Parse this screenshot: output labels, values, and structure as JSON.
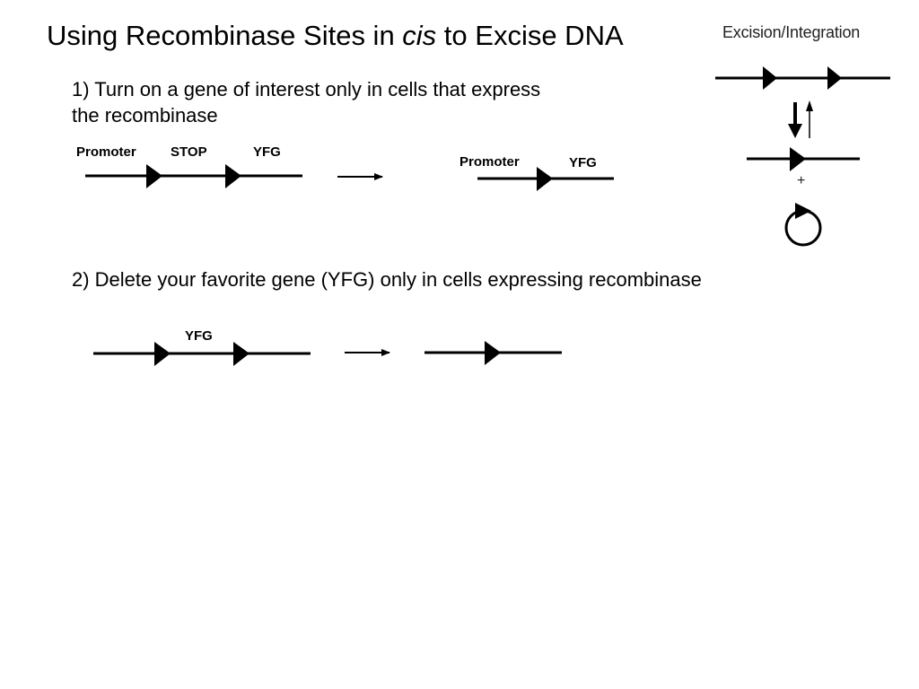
{
  "title": {
    "part1": "Using Recombinase Sites in ",
    "italic": "cis",
    "part2": " to Excise DNA"
  },
  "step1": {
    "line1": "1) Turn on a gene of interest only in cells that express",
    "line2": "the recombinase",
    "before_labels": {
      "promoter": "Promoter",
      "stop": "STOP",
      "yfg": "YFG"
    },
    "after_labels": {
      "promoter": "Promoter",
      "yfg": "YFG"
    }
  },
  "step2": {
    "text": "2) Delete your favorite gene (YFG) only in cells expressing recombinase",
    "before_labels": {
      "yfg": "YFG"
    }
  },
  "side_panel": {
    "title": "Excision/Integration",
    "plus": "+"
  }
}
